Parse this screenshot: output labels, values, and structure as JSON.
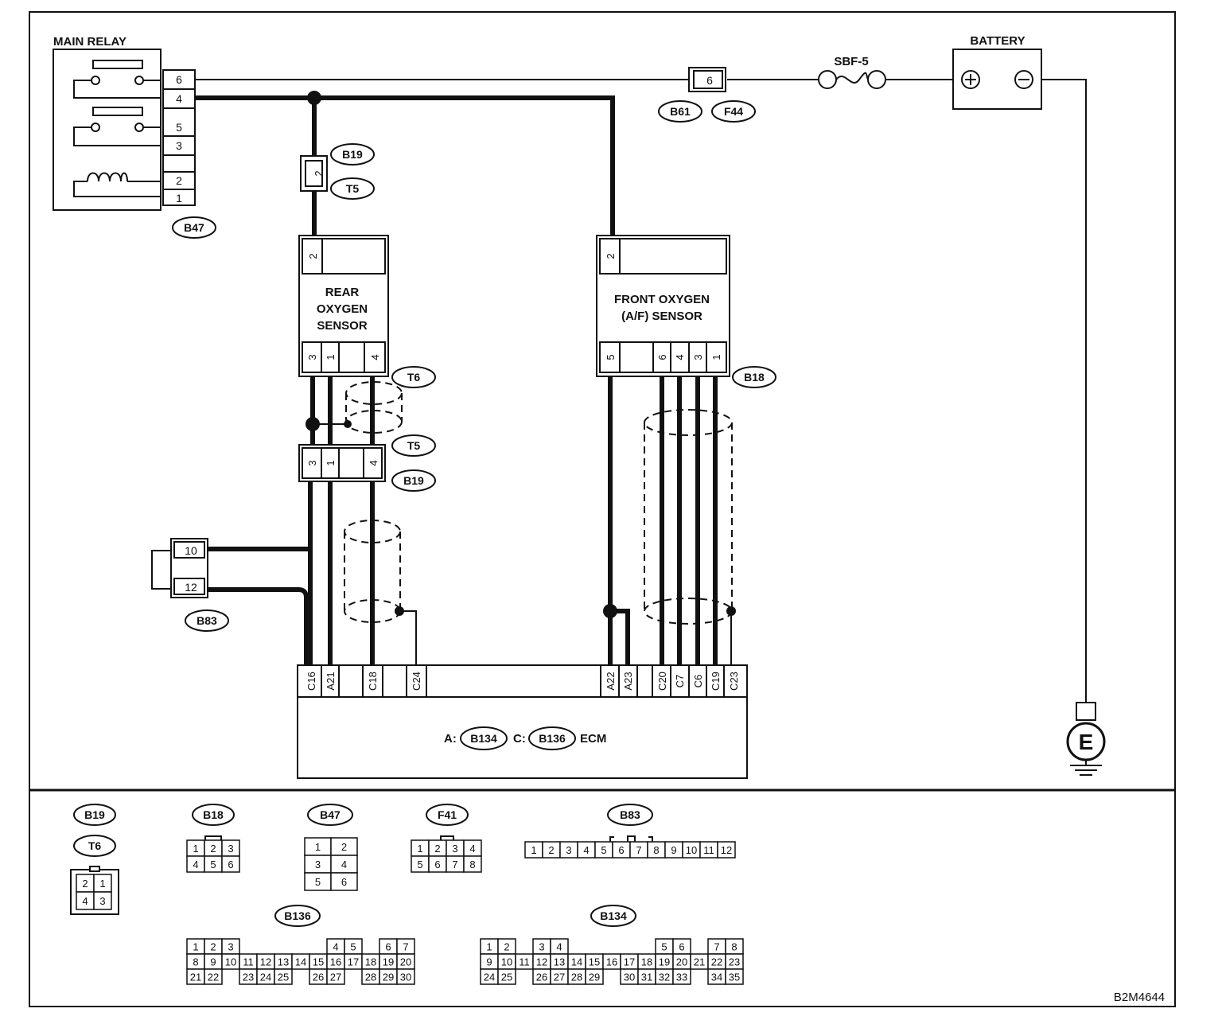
{
  "main_relay": {
    "title": "MAIN RELAY",
    "pins": [
      "6",
      "4",
      "5",
      "3",
      "2",
      "1"
    ],
    "connector": "B47"
  },
  "fuse": {
    "label": "SBF-5"
  },
  "battery": {
    "title": "BATTERY",
    "plus": "⊕",
    "minus": "⊖"
  },
  "joint_b61": {
    "pin": "6",
    "connectors": [
      "B61",
      "F44"
    ]
  },
  "joint_b19_top": {
    "pin": "2",
    "connectors": [
      "B19",
      "T5"
    ]
  },
  "rear_sensor": {
    "title_lines": [
      "REAR",
      "OXYGEN",
      "SENSOR"
    ],
    "top_pin": "2",
    "bottom_pins": [
      "3",
      "1",
      "",
      "4"
    ],
    "connector": "T6"
  },
  "front_sensor": {
    "title_lines": [
      "FRONT OXYGEN",
      "(A/F) SENSOR"
    ],
    "top_pin": "2",
    "bottom_pins": [
      "5",
      "",
      "6",
      "4",
      "3",
      "1"
    ],
    "connector": "B18"
  },
  "joint_b19_mid": {
    "pins": [
      "3",
      "1",
      "",
      "4"
    ],
    "connectors": [
      "T5",
      "B19"
    ]
  },
  "b83": {
    "pins": [
      "10",
      "12"
    ],
    "connector": "B83"
  },
  "ecm": {
    "pins": [
      "C16",
      "A21",
      "",
      "C18",
      "",
      "C24",
      "",
      "A22",
      "A23",
      "",
      "C20",
      "C7",
      "C6",
      "C19",
      "C23"
    ],
    "prefix_a": "A:",
    "conn_a": "B134",
    "prefix_c": "C:",
    "conn_c": "B136",
    "title": "ECM"
  },
  "ground": {
    "label": "E"
  },
  "legend": {
    "b19_t6": {
      "names": [
        "B19",
        "T6"
      ],
      "rows": [
        [
          "2",
          "1"
        ],
        [
          "4",
          "3"
        ]
      ]
    },
    "b18": {
      "name": "B18",
      "rows": [
        [
          "1",
          "2",
          "3"
        ],
        [
          "4",
          "5",
          "6"
        ]
      ]
    },
    "b47": {
      "name": "B47",
      "rows": [
        [
          "1",
          "2"
        ],
        [
          "3",
          "4"
        ],
        [
          "5",
          "6"
        ]
      ]
    },
    "f41": {
      "name": "F41",
      "rows": [
        [
          "1",
          "2",
          "3",
          "4"
        ],
        [
          "5",
          "6",
          "7",
          "8"
        ]
      ]
    },
    "b83": {
      "name": "B83",
      "rows": [
        [
          "1",
          "2",
          "3",
          "4",
          "5",
          "6",
          "7",
          "8",
          "9",
          "10",
          "11",
          "12"
        ]
      ]
    },
    "b136": {
      "name": "B136",
      "rows": [
        [
          "1",
          "2",
          "3",
          "",
          "",
          "",
          "",
          "",
          "4",
          "5",
          "",
          "6",
          "7"
        ],
        [
          "8",
          "9",
          "10",
          "11",
          "12",
          "13",
          "14",
          "15",
          "16",
          "17",
          "18",
          "19",
          "20"
        ],
        [
          "21",
          "22",
          "",
          "23",
          "24",
          "25",
          "",
          "26",
          "27",
          "",
          "28",
          "29",
          "30"
        ]
      ]
    },
    "b134": {
      "name": "B134",
      "rows": [
        [
          "1",
          "2",
          "",
          "3",
          "4",
          "",
          "",
          "",
          "",
          "",
          "5",
          "6",
          "",
          "7",
          "8"
        ],
        [
          "9",
          "10",
          "11",
          "12",
          "13",
          "14",
          "15",
          "16",
          "17",
          "18",
          "19",
          "20",
          "21",
          "22",
          "23"
        ],
        [
          "24",
          "25",
          "",
          "26",
          "27",
          "28",
          "29",
          "",
          "30",
          "31",
          "32",
          "33",
          "",
          "34",
          "35"
        ]
      ]
    }
  },
  "figure_id": "B2M4644"
}
